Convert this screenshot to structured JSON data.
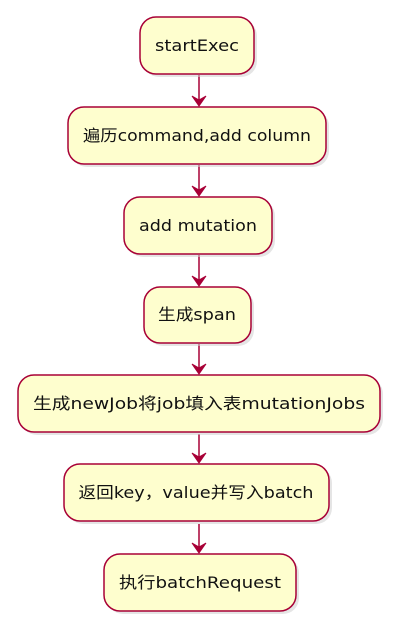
{
  "diagram": {
    "type": "activity-flowchart",
    "nodes": [
      {
        "id": "n1",
        "label": "startExec"
      },
      {
        "id": "n2",
        "label": "遍历command,add column"
      },
      {
        "id": "n3",
        "label": "add mutation"
      },
      {
        "id": "n4",
        "label": "生成span"
      },
      {
        "id": "n5",
        "label": "生成newJob将job填入表mutationJobs"
      },
      {
        "id": "n6",
        "label": "返回key，value并写入batch"
      },
      {
        "id": "n7",
        "label": "执行batchRequest"
      }
    ],
    "edges": [
      {
        "from": "n1",
        "to": "n2"
      },
      {
        "from": "n2",
        "to": "n3"
      },
      {
        "from": "n3",
        "to": "n4"
      },
      {
        "from": "n4",
        "to": "n5"
      },
      {
        "from": "n5",
        "to": "n6"
      },
      {
        "from": "n6",
        "to": "n7"
      }
    ]
  },
  "colors": {
    "node_fill": "#FEFECE",
    "node_border": "#A80036",
    "arrow": "#A80036",
    "text": "#111111"
  }
}
